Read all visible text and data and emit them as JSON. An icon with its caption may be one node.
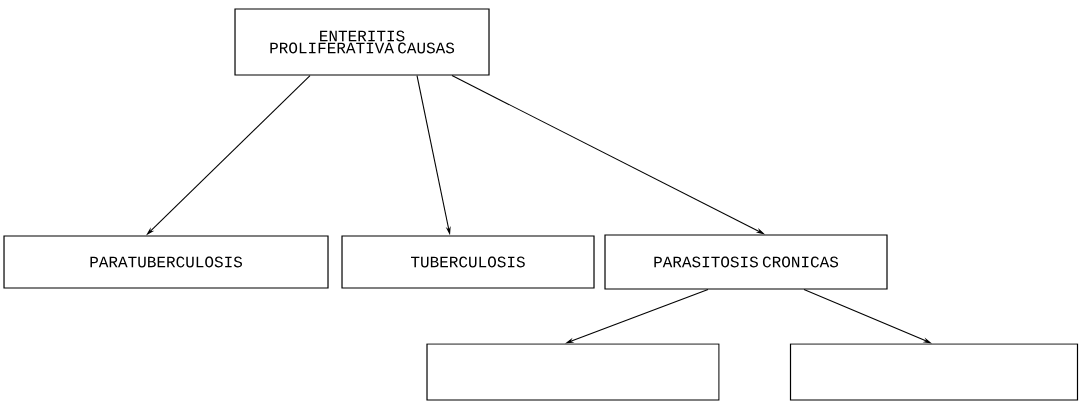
{
  "diagram": {
    "nodes": [
      {
        "text": [
          "ENTERITIS PROLIFERATIVA CAUSAS"
        ]
      },
      {
        "text": [
          "PARATUBERCULOSIS"
        ]
      },
      {
        "text": [
          "TUBERCULOSIS"
        ]
      },
      {
        "text": [
          "PARASITOSIS CRONICAS"
        ]
      },
      {
        "text": [],
        "shape": "box"
      },
      {
        "text": [],
        "shape": "box"
      }
    ],
    "edges": [
      {
        "from": 0,
        "to": 1,
        "arrow": "to"
      },
      {
        "from": 0,
        "to": 2,
        "arrow": "to"
      },
      {
        "from": 0,
        "to": 3,
        "arrow": "to"
      },
      {
        "from": 3,
        "to": 4,
        "arrow": "to"
      },
      {
        "from": 3,
        "to": 5,
        "arrow": "to"
      }
    ]
  }
}
